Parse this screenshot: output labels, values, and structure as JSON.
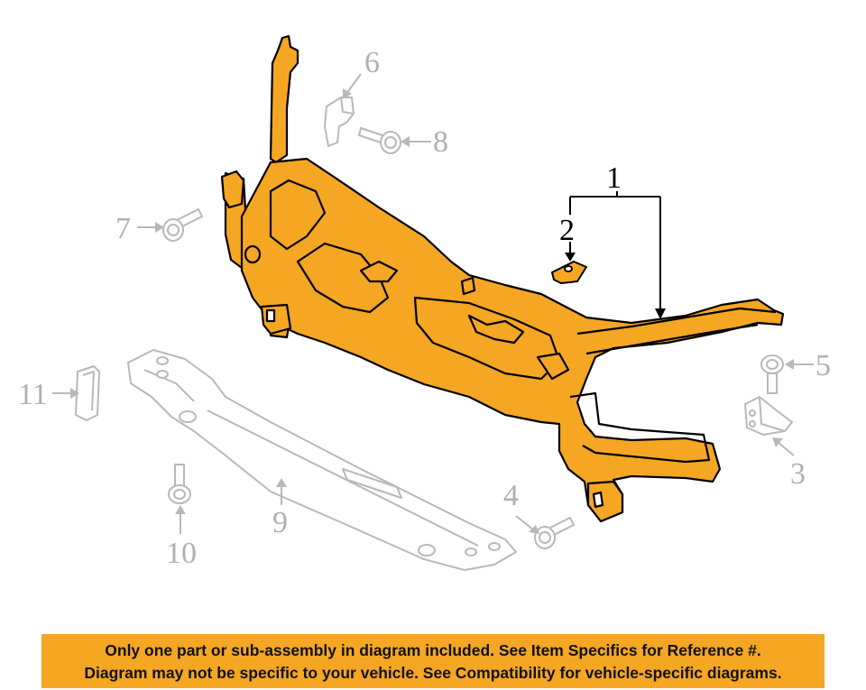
{
  "callouts": {
    "c1": "1",
    "c2": "2",
    "c3": "3",
    "c4": "4",
    "c5": "5",
    "c6": "6",
    "c7": "7",
    "c8": "8",
    "c9": "9",
    "c10": "10",
    "c11": "11"
  },
  "banner": {
    "line1": "Only one part or sub-assembly in diagram included. See Item Specifics for Reference #.",
    "line2": "Diagram may not be specific to your vehicle. See Compatibility for vehicle-specific diagrams."
  },
  "colors": {
    "highlight": "#f5a623",
    "outline": "#000000",
    "ghost": "#b8b8b8",
    "banner": "#f5a623"
  }
}
